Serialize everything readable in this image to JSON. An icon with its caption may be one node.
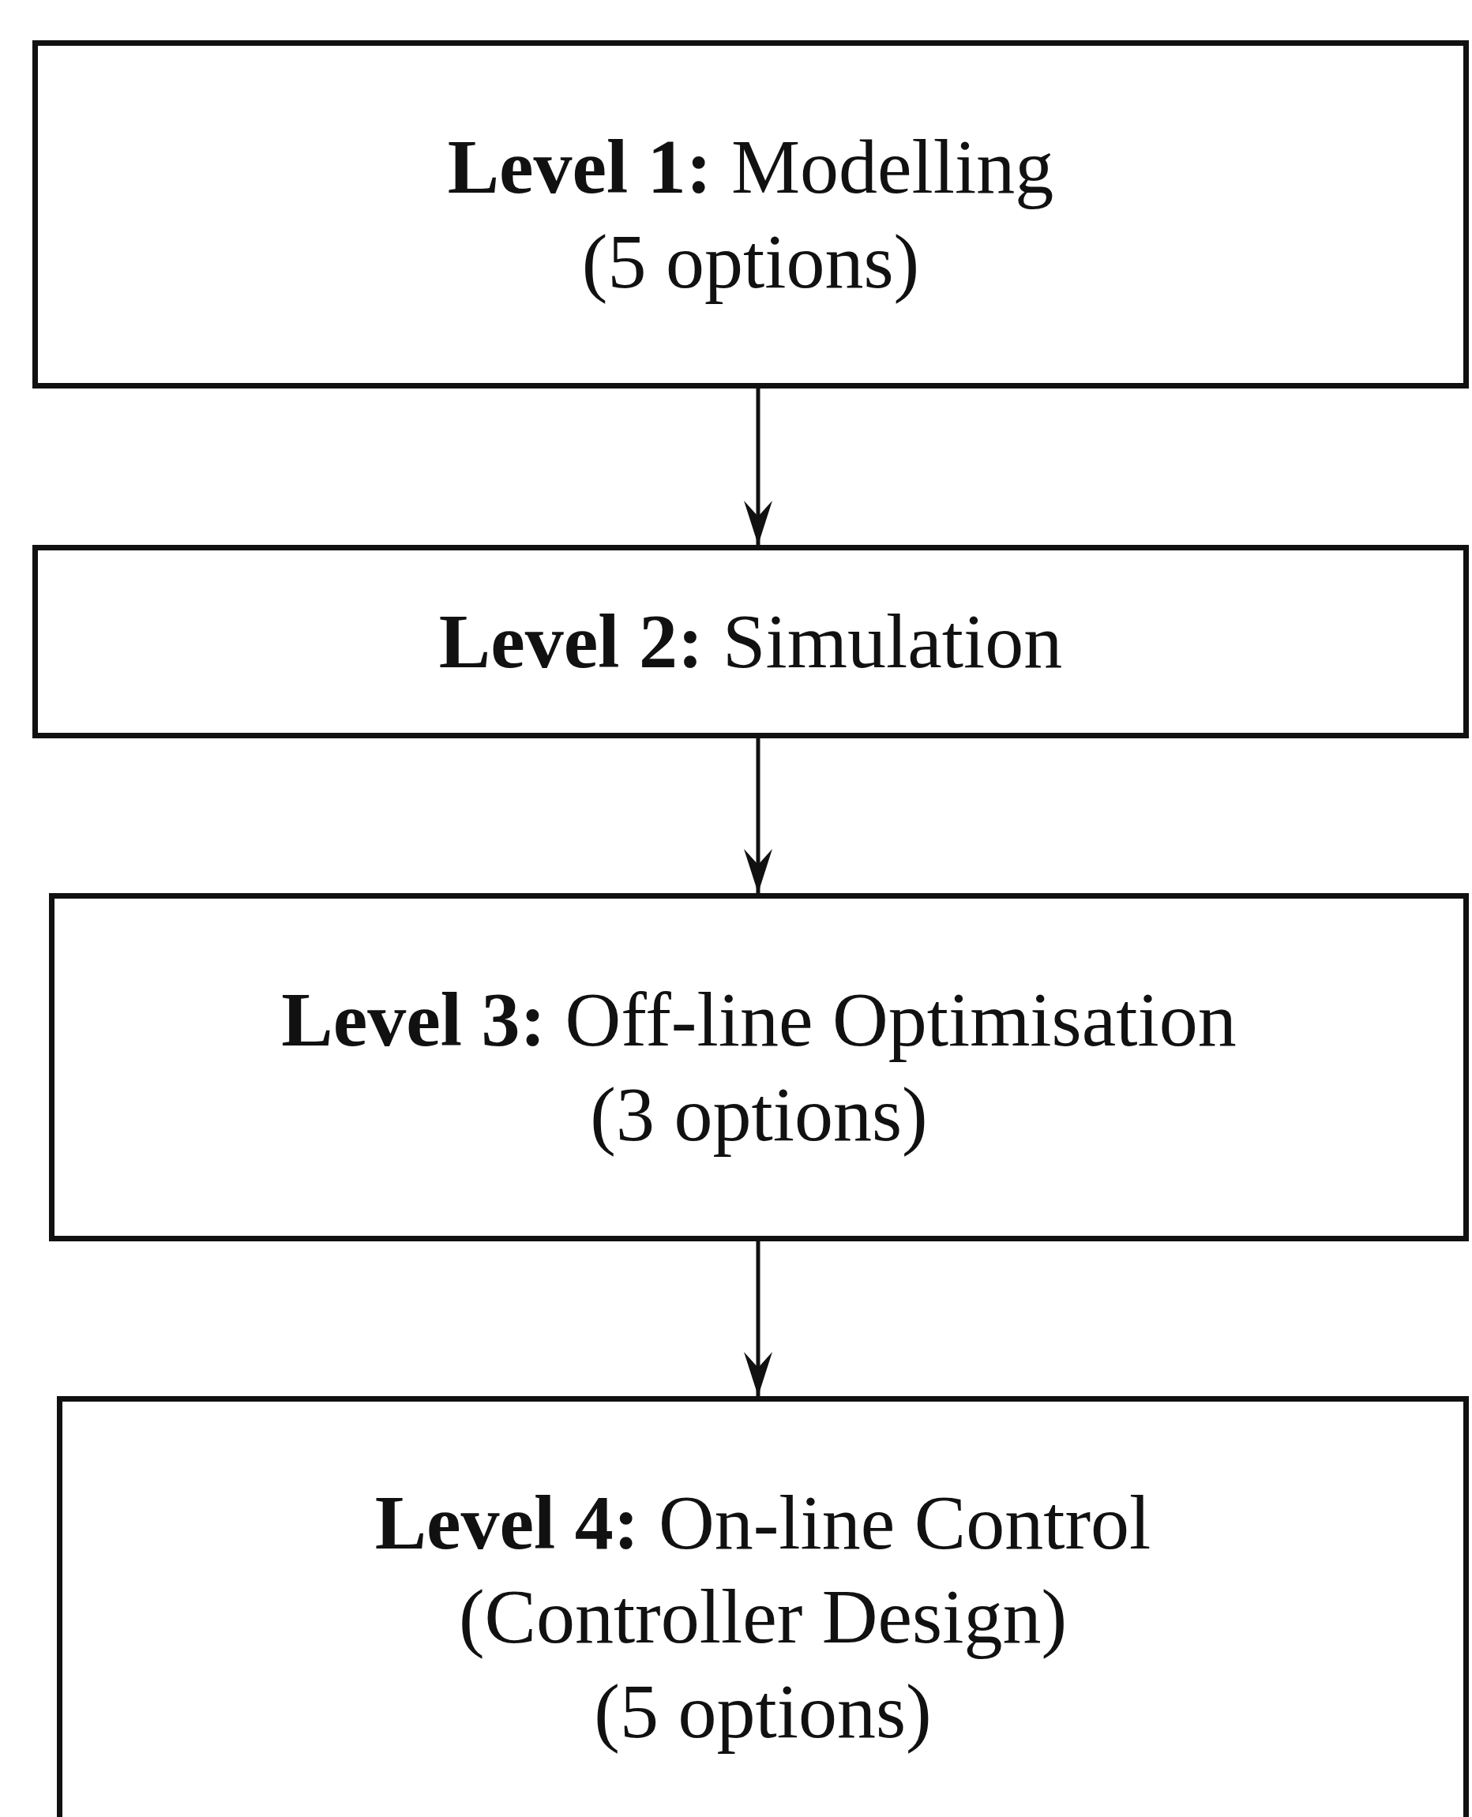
{
  "diagram": {
    "nodes": [
      {
        "text": [
          "**Level 1:** Modelling",
          "(5 options)"
        ]
      },
      {
        "text": [
          "**Level 2:** Simulation"
        ]
      },
      {
        "text": [
          "**Level 3:** Off-line Optimisation",
          "(3 options)"
        ]
      },
      {
        "text": [
          "**Level 4:** On-line Control",
          "(Controller Design)",
          "(5 options)"
        ]
      }
    ],
    "edges": [
      {
        "from": 0,
        "to": 1,
        "arrow": "to"
      },
      {
        "from": 1,
        "to": 2,
        "arrow": "to"
      },
      {
        "from": 2,
        "to": 3,
        "arrow": "to"
      }
    ]
  }
}
